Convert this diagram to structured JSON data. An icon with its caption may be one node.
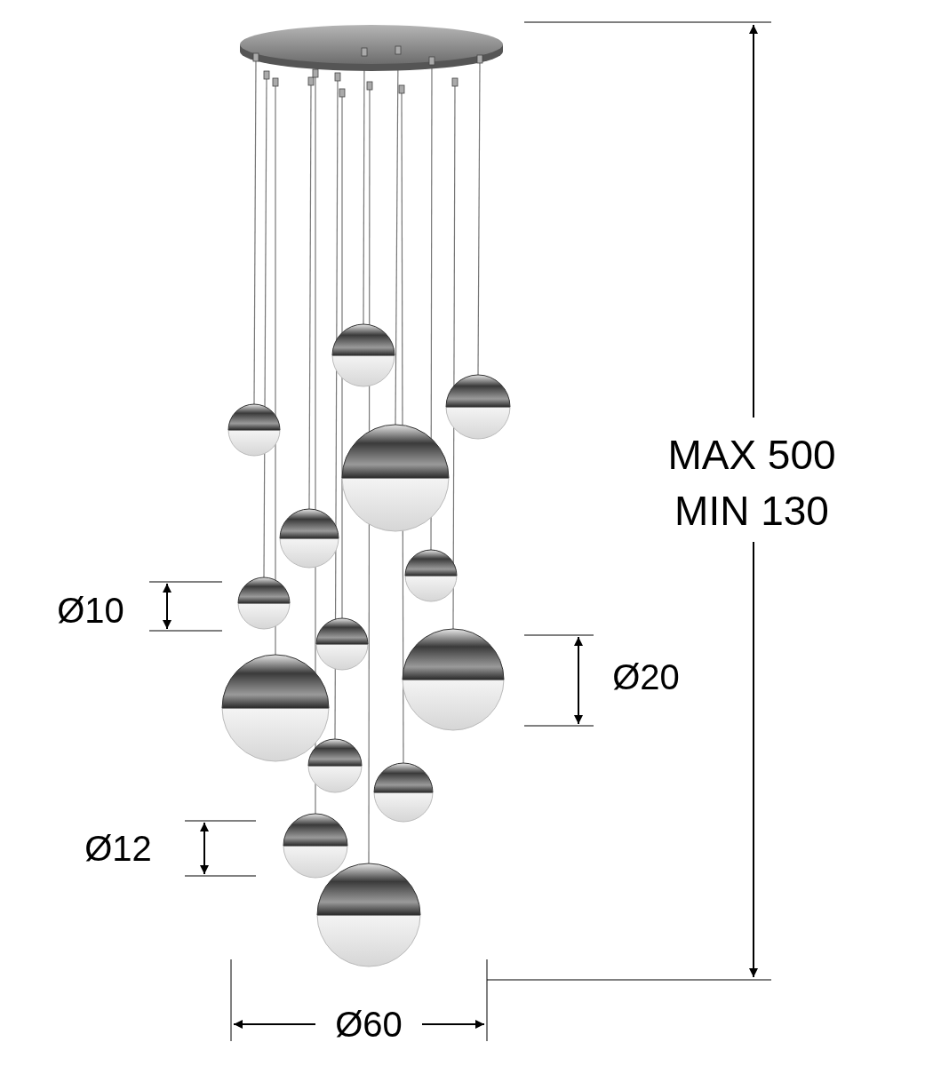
{
  "diagram": {
    "labels": [
      "MAX 500",
      "MIN 130",
      "Ø10",
      "Ø20",
      "Ø12",
      "Ø60"
    ]
  }
}
